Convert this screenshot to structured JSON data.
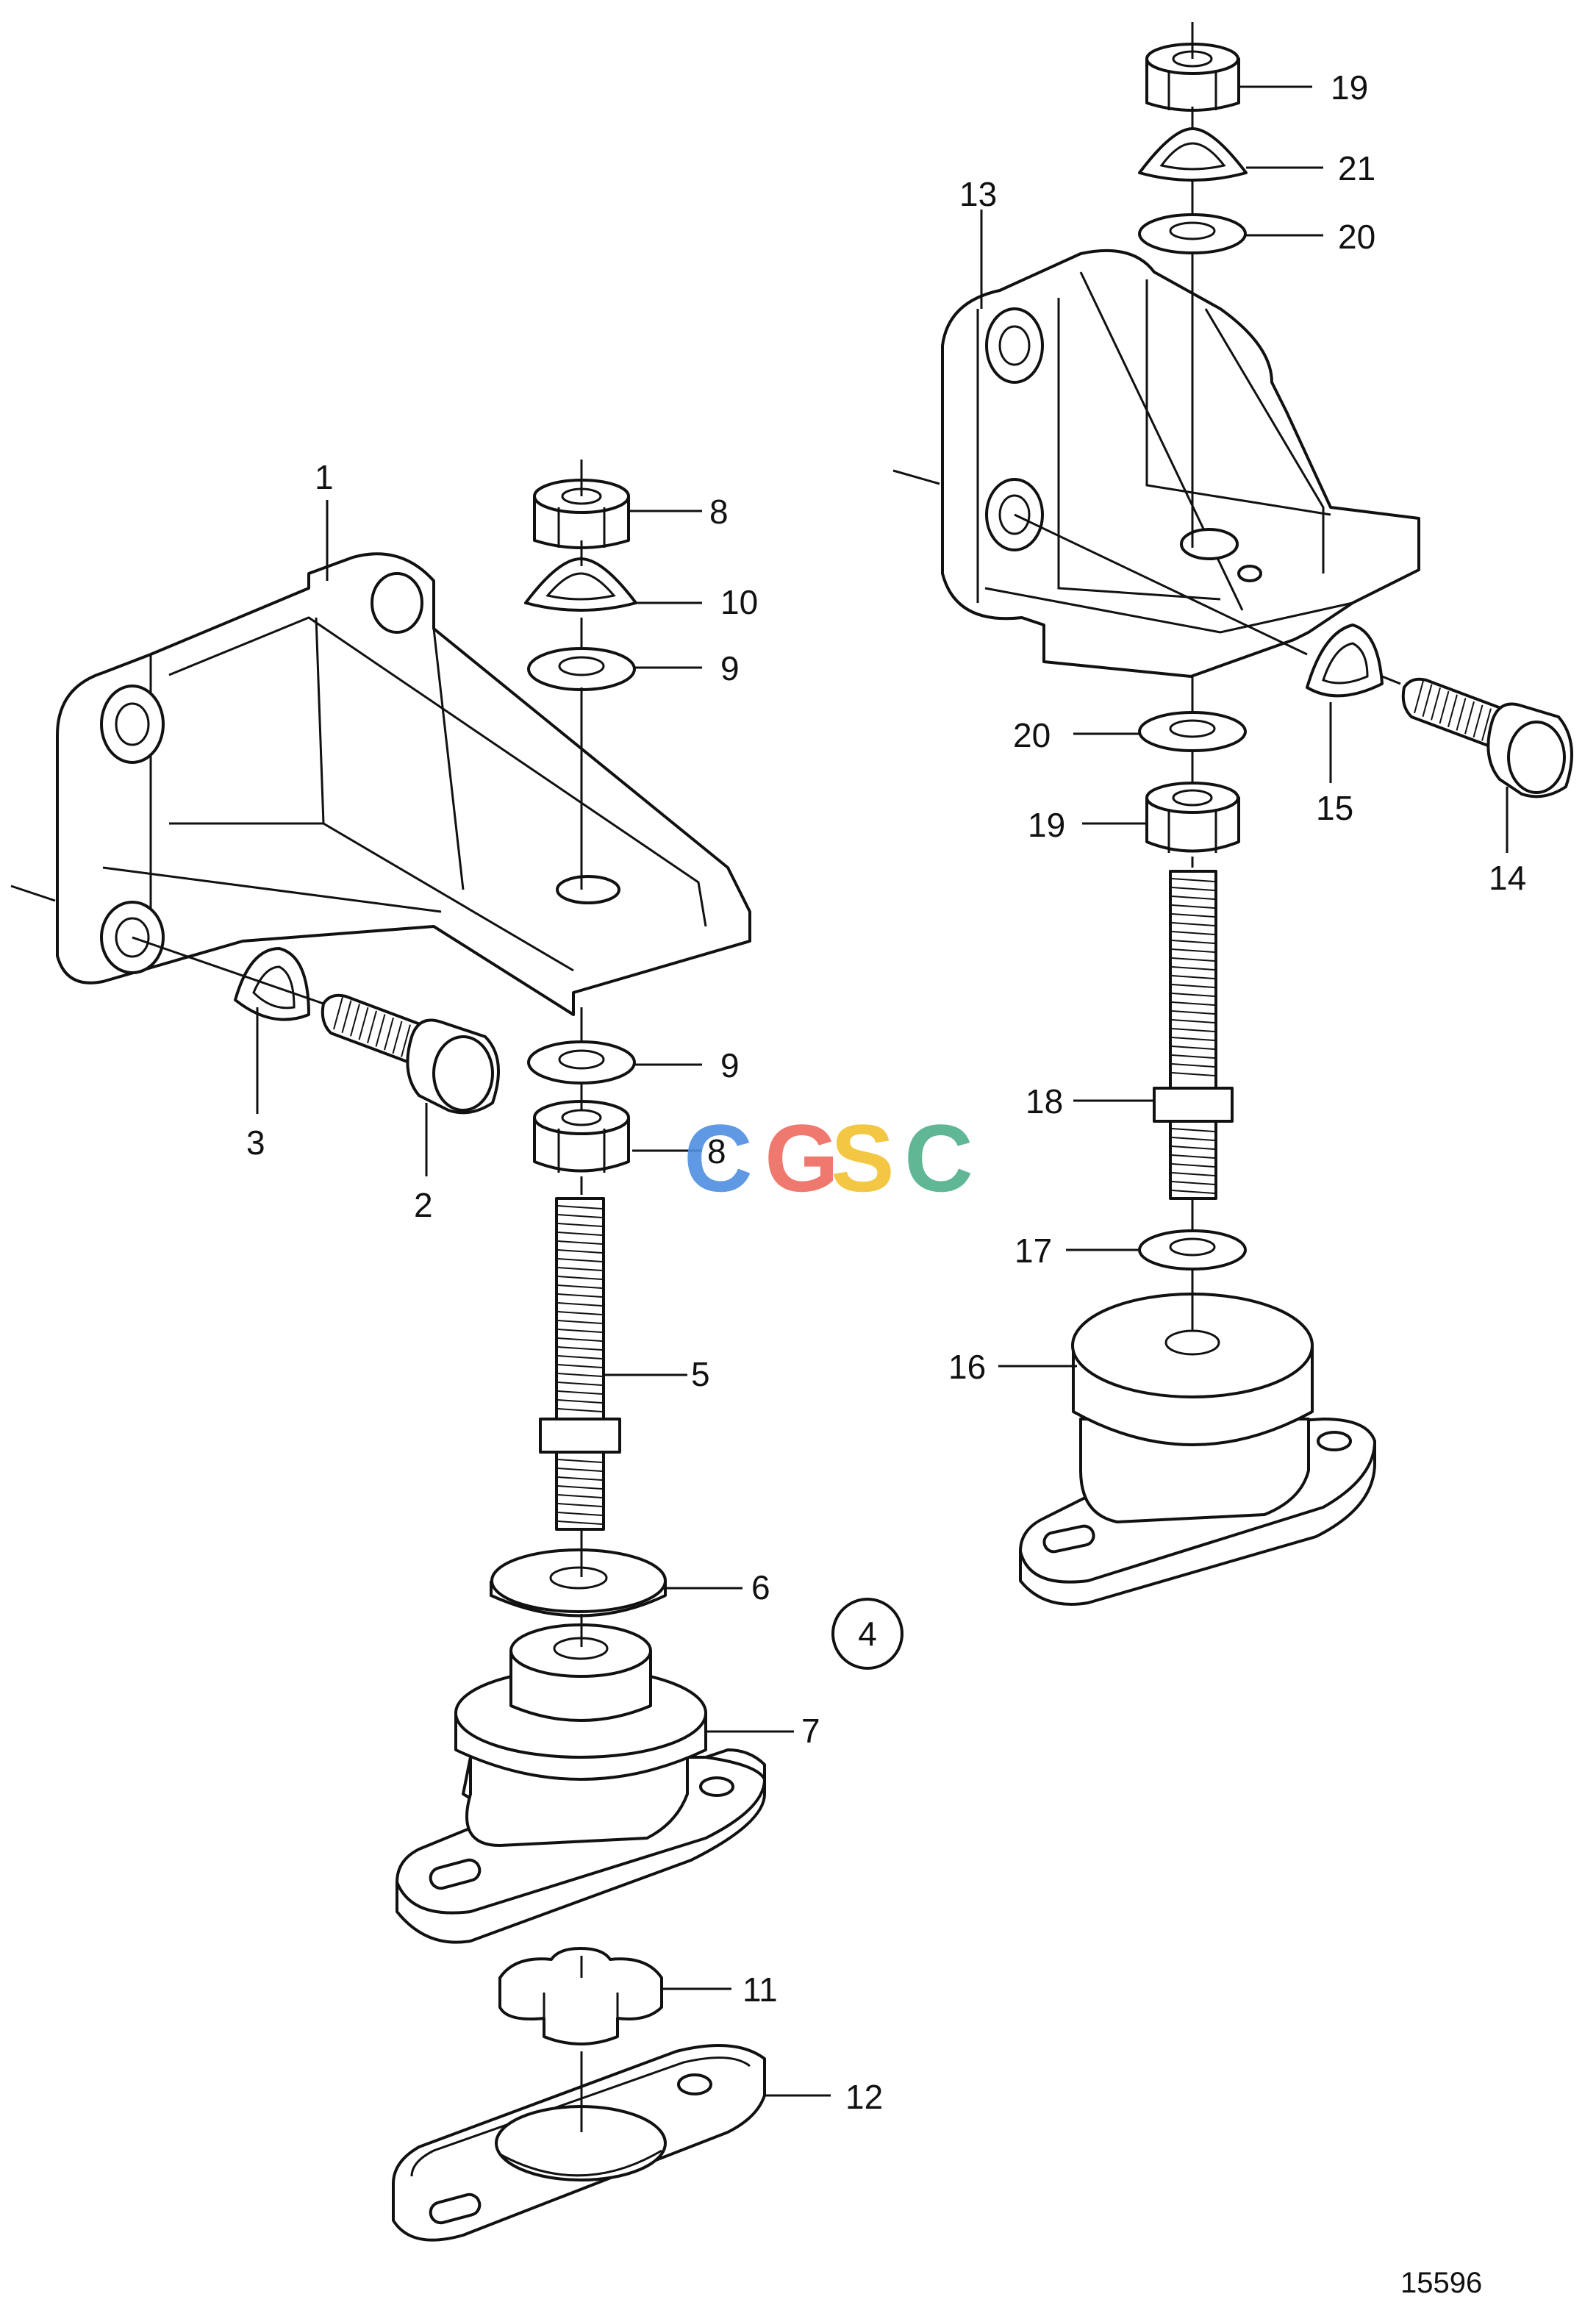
{
  "labels": {
    "l1": "1",
    "l2": "2",
    "l3": "3",
    "l5": "5",
    "l6": "6",
    "l7": "7",
    "l8a": "8",
    "l8b": "8",
    "l9a": "9",
    "l9b": "9",
    "l10": "10",
    "l11": "11",
    "l12": "12",
    "l13": "13",
    "l14": "14",
    "l15": "15",
    "l16": "16",
    "l17": "17",
    "l18": "18",
    "l19a": "19",
    "l19b": "19",
    "l20a": "20",
    "l20b": "20",
    "l21": "21"
  },
  "group_number": "4",
  "figure_id": "15596",
  "watermark": {
    "letters": [
      "C",
      "G",
      "S",
      "C"
    ],
    "colors": [
      "#4f8fe0",
      "#ee6b5f",
      "#f2c230",
      "#4fb08a"
    ]
  }
}
